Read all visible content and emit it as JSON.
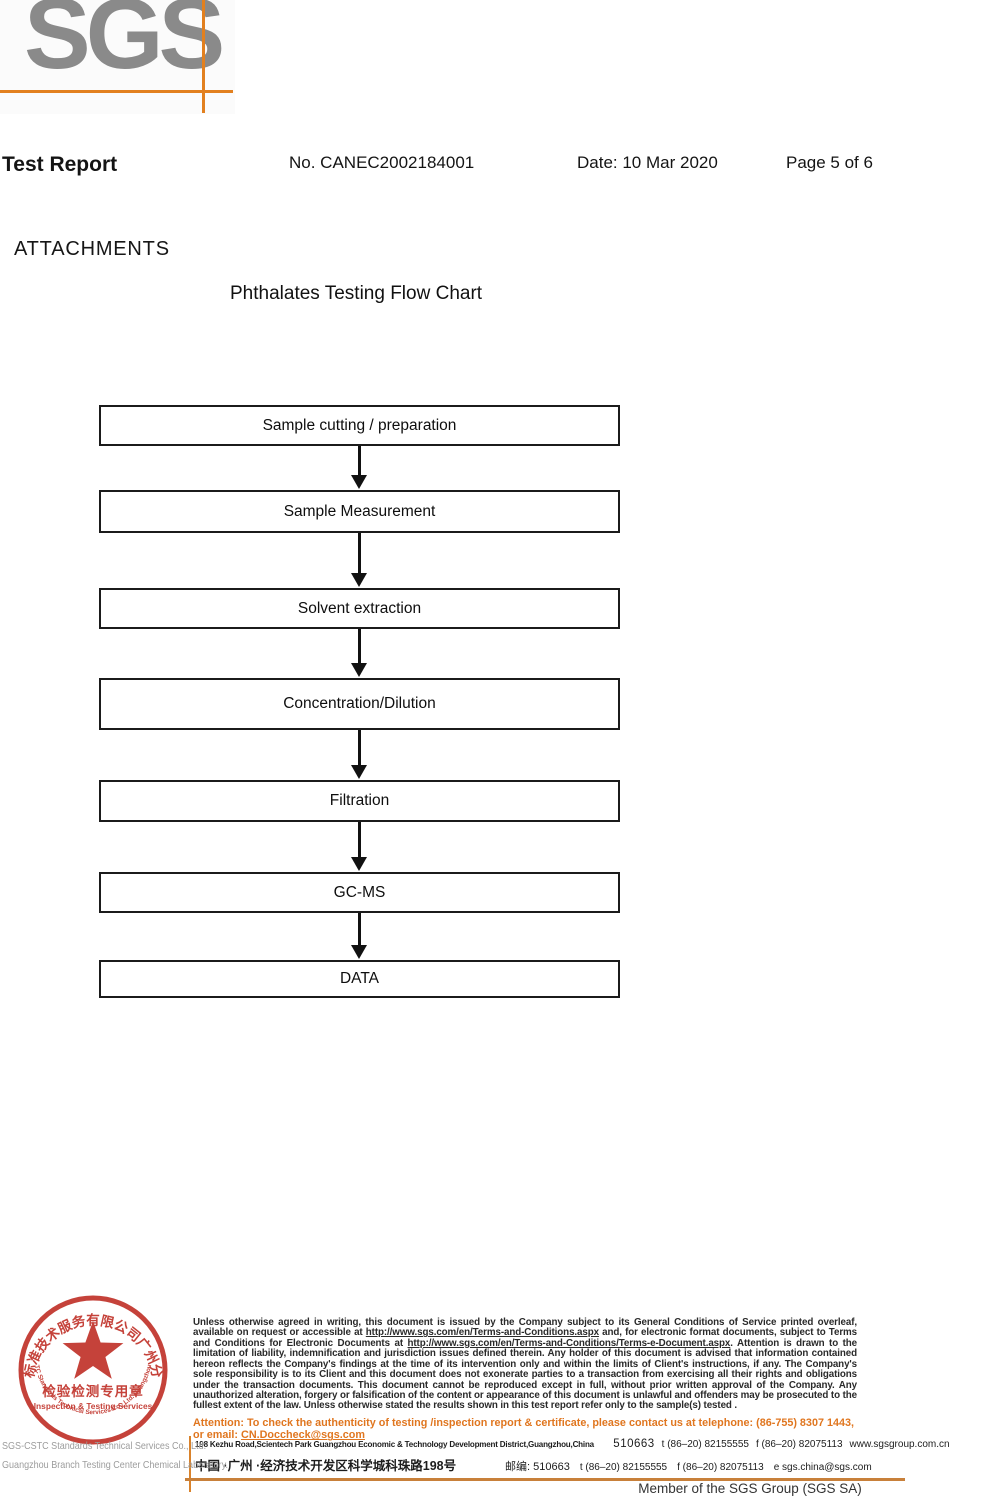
{
  "colors": {
    "accent_orange": "#e2801f",
    "footer_orange": "#d9822b",
    "stamp_red": "#c5423a",
    "logo_gray": "#8a8a8a"
  },
  "logo": {
    "text": "SGS"
  },
  "header": {
    "title": "Test Report",
    "report_no": "No. CANEC2002184001",
    "date": "Date: 10 Mar 2020",
    "page": "Page 5 of 6"
  },
  "attachments": {
    "heading": "ATTACHMENTS",
    "flow_title": "Phthalates Testing Flow Chart"
  },
  "flowchart": {
    "steps": [
      "Sample cutting / preparation",
      "Sample Measurement",
      "Solvent extraction",
      "Concentration/Dilution",
      "Filtration",
      "GC-MS",
      "DATA"
    ]
  },
  "stamp": {
    "arc_top": "通标标准技术服务有限公司广州分公司",
    "line_cn": "检验检测专用章",
    "line_en": "Inspection & Testing Services",
    "arc_bottom": "SGS-CSTC Standards Technical Services Co., Ltd. Guangzhou Branch"
  },
  "company": {
    "line1": "SGS-CSTC Standards Technical Services Co., Ltd.",
    "line2": "Guangzhou Branch Testing Center Chemical Laboratory."
  },
  "legal": {
    "part1": "Unless otherwise agreed in writing, this document is issued by the Company subject to its General Conditions of Service printed overleaf, available on request or accessible at ",
    "url1": "http://www.sgs.com/en/Terms-and-Conditions.aspx",
    "part2": " and, for electronic format documents, subject to Terms and Conditions for Electronic Documents at ",
    "url2": "http://www.sgs.com/en/Terms-and-Conditions/Terms-e-Document.aspx",
    "part3": ". Attention is drawn to the limitation of liability, indemnification and jurisdiction issues defined therein. Any holder of this document is advised that information contained hereon reflects the Company's findings at the time of its intervention only and within the limits of Client's instructions, if any. The Company's sole responsibility is to its Client and this document does not exonerate parties to a transaction from exercising all their rights and obligations under the transaction documents. This document cannot be reproduced except in full, without prior written approval of the Company. Any unauthorized alteration, forgery or falsification of the content or appearance of this document is unlawful and offenders may be prosecuted to the fullest extent of the law. Unless otherwise stated the results shown in this test report refer only to the sample(s) tested ."
  },
  "attention": {
    "body": "Attention: To check the authenticity of testing /inspection report & certificate, please contact us at telephone: (86-755) 8307 1443, or email: ",
    "email": "CN.Doccheck@sgs.com"
  },
  "address": {
    "en": "198 Kezhu Road,Scientech Park Guangzhou Economic & Technology Development District,Guangzhou,China",
    "postal": "510663",
    "tel": "t (86–20) 82155555",
    "fax": "f (86–20) 82075113",
    "web": "www.sgsgroup.com.cn",
    "cn": "中国 ·广州 ·经济技术开发区科学城科珠路198号",
    "postal_label": "邮编: 510663",
    "email_label": "e  sgs.china@sgs.com"
  },
  "footer": {
    "member": "Member of the SGS Group (SGS SA)"
  }
}
